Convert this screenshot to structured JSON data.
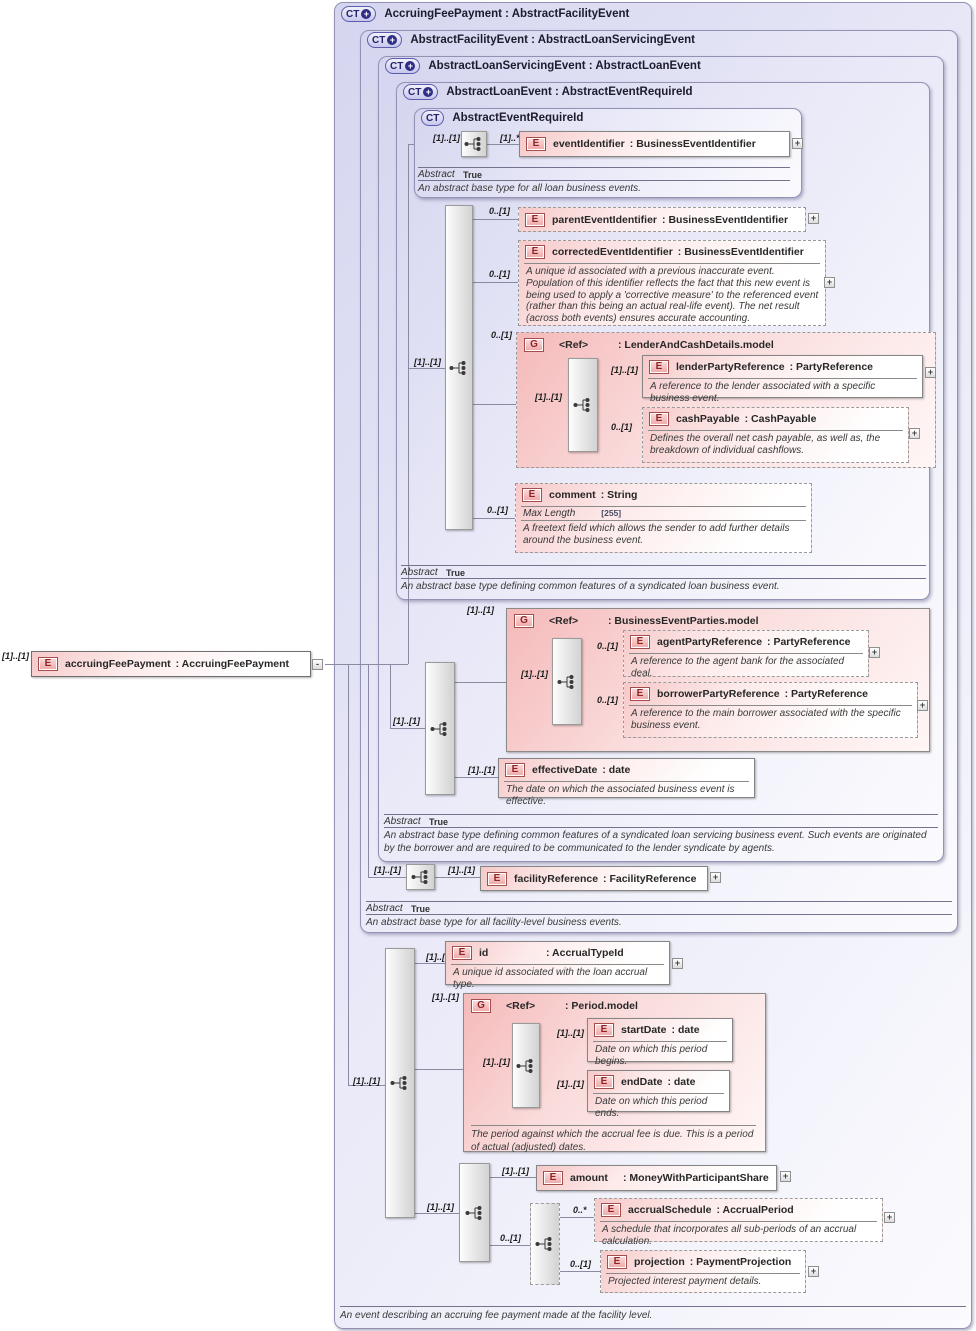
{
  "colors": {
    "box_lavender": "#d5d5ef",
    "group_pink": "#f5b9b9",
    "icon_purple": "#2e2e86",
    "icon_red": "#a34d4d",
    "line": "#8a8aa2"
  },
  "icons": {
    "ct": "CT",
    "e": "E",
    "g": "G",
    "plus": "+",
    "minus": "-"
  },
  "cards": {
    "one_one": "[1]..[1]",
    "zero_one": "0..[1]",
    "one_star": "[1]..*",
    "zero_star": "0..*"
  },
  "facets": {
    "abstract_label": "Abstract",
    "abstract_value": "True",
    "maxlen_label": "Max Length",
    "maxlen_value": "[255]"
  },
  "root": {
    "name": "accruingFeePayment",
    "type": ": AccruingFeePayment"
  },
  "boxes": {
    "accruingFeePayment": {
      "title": "AccruingFeePayment : AbstractFacilityEvent",
      "doc": "An event describing an accruing fee payment made at the facility level."
    },
    "abstractFacilityEvent": {
      "title": "AbstractFacilityEvent : AbstractLoanServicingEvent",
      "doc": "An abstract base type for all facility-level business events."
    },
    "abstractLoanServicingEvent": {
      "title": "AbstractLoanServicingEvent : AbstractLoanEvent",
      "doc": "An abstract base type defining common features of a syndicated loan servicing business event. Such events are originated by the borrower and are required to be communicated to the lender syndicate by agents."
    },
    "abstractLoanEvent": {
      "title": "AbstractLoanEvent : AbstractEventRequireId",
      "doc": "An abstract base type defining common features of a syndicated loan business event."
    },
    "abstractEventRequireId": {
      "title": "AbstractEventRequireId",
      "doc": "An abstract base type for all loan business events."
    }
  },
  "groups": {
    "lenderAndCashDetails": {
      "name": "<Ref>",
      "type": ": LenderAndCashDetails.model"
    },
    "businessEventParties": {
      "name": "<Ref>",
      "type": ": BusinessEventParties.model"
    },
    "period": {
      "name": "<Ref>",
      "type": ": Period.model",
      "doc": "The period against which the accrual fee is due. This is a period of actual (adjusted) dates."
    }
  },
  "elements": {
    "eventIdentifier": {
      "name": "eventIdentifier",
      "type": ": BusinessEventIdentifier"
    },
    "parentEventIdentifier": {
      "name": "parentEventIdentifier",
      "type": ": BusinessEventIdentifier"
    },
    "correctedEventIdentifier": {
      "name": "correctedEventIdentifier",
      "type": ": BusinessEventIdentifier",
      "doc": "A unique id associated with a previous inaccurate event. Population of this identifier reflects the fact that this new event is being used to apply a 'corrective measure' to the referenced event (rather than this being an actual real-life event).  The net result (across both events) ensures accurate accounting."
    },
    "lenderPartyReference": {
      "name": "lenderPartyReference",
      "type": ": PartyReference",
      "doc": "A reference to the lender associated with a specific business event."
    },
    "cashPayable": {
      "name": "cashPayable",
      "type": ": CashPayable",
      "doc": "Defines the overall net cash payable, as well as, the breakdown of individual cashflows."
    },
    "comment": {
      "name": "comment",
      "type": ": String",
      "doc": "A freetext field which allows the sender to add further details around the business event."
    },
    "agentPartyReference": {
      "name": "agentPartyReference",
      "type": ": PartyReference",
      "doc": "A reference to the agent bank for the associated deal."
    },
    "borrowerPartyReference": {
      "name": "borrowerPartyReference",
      "type": ": PartyReference",
      "doc": "A reference to the main borrower associated with the specific business event."
    },
    "effectiveDate": {
      "name": "effectiveDate",
      "type": ": date",
      "doc": "The date on which the associated business event is effective."
    },
    "facilityReference": {
      "name": "facilityReference",
      "type": ": FacilityReference"
    },
    "id": {
      "name": "id",
      "type": ": AccrualTypeId",
      "doc": "A unique id associated with the loan accrual type."
    },
    "startDate": {
      "name": "startDate",
      "type": ": date",
      "doc": "Date on which this period begins."
    },
    "endDate": {
      "name": "endDate",
      "type": ": date",
      "doc": "Date on which this period ends."
    },
    "amount": {
      "name": "amount",
      "type": ": MoneyWithParticipantShare"
    },
    "accrualSchedule": {
      "name": "accrualSchedule",
      "type": ": AccrualPeriod",
      "doc": "A schedule that incorporates all sub-periods of an accrual calculation."
    },
    "projection": {
      "name": "projection",
      "type": ": PaymentProjection",
      "doc": "Projected interest payment details."
    }
  }
}
